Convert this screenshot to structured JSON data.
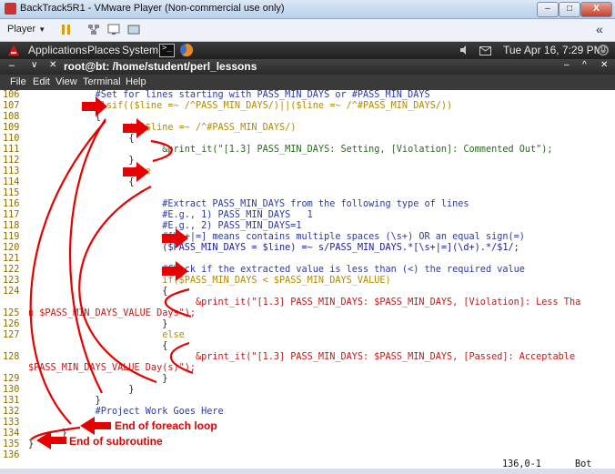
{
  "window": {
    "title": "BackTrack5R1 - VMware Player (Non-commercial use only)",
    "minimize": "–",
    "maximize": "□",
    "close": "X"
  },
  "vmware": {
    "player_label": "Player",
    "player_arrow": "▼",
    "collapse": "«"
  },
  "gnome": {
    "applications": "Applications",
    "places": "Places",
    "system": "System",
    "clock": "Tue Apr 16,  7:29 PM"
  },
  "terminal": {
    "title": "root@bt: /home/student/perl_lessons",
    "menu": [
      "File",
      "Edit",
      "View",
      "Terminal",
      "Help"
    ],
    "lines": [
      {
        "n": "106",
        "t": "            #Set for lines starting with PASS_MIN_DAYS or #PASS_MIN_DAYS",
        "cls": "c"
      },
      {
        "n": "107",
        "t": "            elsif(($line =~ /^PASS_MIN_DAYS/)||($line =~ /^#PASS_MIN_DAYS/))",
        "cls": "k"
      },
      {
        "n": "108",
        "t": "            {",
        "cls": ""
      },
      {
        "n": "109",
        "t": "                  if($line =~ /^#PASS_MIN_DAYS/)",
        "cls": "k"
      },
      {
        "n": "110",
        "t": "                  {",
        "cls": ""
      },
      {
        "n": "111",
        "t": "                        &print_it(\"[1.3] PASS_MIN_DAYS: Setting, [Violation]: Commented Out\");",
        "cls": "p"
      },
      {
        "n": "112",
        "t": "                  }",
        "cls": ""
      },
      {
        "n": "113",
        "t": "                  else",
        "cls": "k"
      },
      {
        "n": "114",
        "t": "                  {",
        "cls": ""
      },
      {
        "n": "115",
        "t": "",
        "cls": ""
      },
      {
        "n": "116",
        "t": "                        #Extract PASS_MIN_DAYS from the following type of lines",
        "cls": "c"
      },
      {
        "n": "117",
        "t": "                        #E.g., 1) PASS_MIN_DAYS   1",
        "cls": "c"
      },
      {
        "n": "118",
        "t": "                        #E.g., 2) PASS_MIN_DAYS=1",
        "cls": "c"
      },
      {
        "n": "119",
        "t": "                        #[\\s+|=] means contains multiple spaces (\\s+) OR an equal sign(=)",
        "cls": "c"
      },
      {
        "n": "120",
        "t": "                        ($PASS_MIN_DAYS = $line) =~ s/PASS_MIN_DAYS.*[\\s+|=](\\d+).*/$1/;",
        "cls": "v"
      },
      {
        "n": "121",
        "t": "",
        "cls": ""
      },
      {
        "n": "122",
        "t": "                        #Check if the extracted value is less than (<) the required value",
        "cls": "c"
      },
      {
        "n": "123",
        "t": "                        if($PASS_MIN_DAYS < $PASS_MIN_DAYS_VALUE)",
        "cls": "k"
      },
      {
        "n": "124",
        "t": "                        {",
        "cls": ""
      },
      {
        "n": "",
        "t": "                              &print_it(\"[1.3] PASS_MIN_DAYS: $PASS_MIN_DAYS, [Violation]: Less Tha",
        "cls": "s"
      },
      {
        "n": "125",
        "t": "n $PASS_MIN_DAYS_VALUE Days\");",
        "cls": "s"
      },
      {
        "n": "126",
        "t": "                        }",
        "cls": ""
      },
      {
        "n": "127",
        "t": "                        else",
        "cls": "k"
      },
      {
        "n": "",
        "t": "                        {",
        "cls": ""
      },
      {
        "n": "128",
        "t": "                              &print_it(\"[1.3] PASS_MIN_DAYS: $PASS_MIN_DAYS, [Passed]: Acceptable",
        "cls": "s"
      },
      {
        "n": "",
        "t": "$PASS_MIN_DAYS_VALUE Day(s)\");",
        "cls": "s"
      },
      {
        "n": "129",
        "t": "                        }",
        "cls": ""
      },
      {
        "n": "130",
        "t": "                  }",
        "cls": ""
      },
      {
        "n": "131",
        "t": "            }",
        "cls": ""
      },
      {
        "n": "132",
        "t": "            #Project Work Goes Here",
        "cls": "c"
      },
      {
        "n": "133",
        "t": "",
        "cls": ""
      },
      {
        "n": "134",
        "t": "      }",
        "cls": ""
      },
      {
        "n": "135",
        "t": "}",
        "cls": ""
      },
      {
        "n": "136",
        "t": "",
        "cls": ""
      }
    ],
    "status_position": "136,0-1",
    "status_scroll": "Bot"
  },
  "annotations": {
    "foreach": "End of foreach loop",
    "subroutine": "End of subroutine"
  },
  "colors": {
    "annotation": "#e00000",
    "comment": "#2a3aa8",
    "keyword": "#b38a00",
    "string": "#c21818"
  }
}
